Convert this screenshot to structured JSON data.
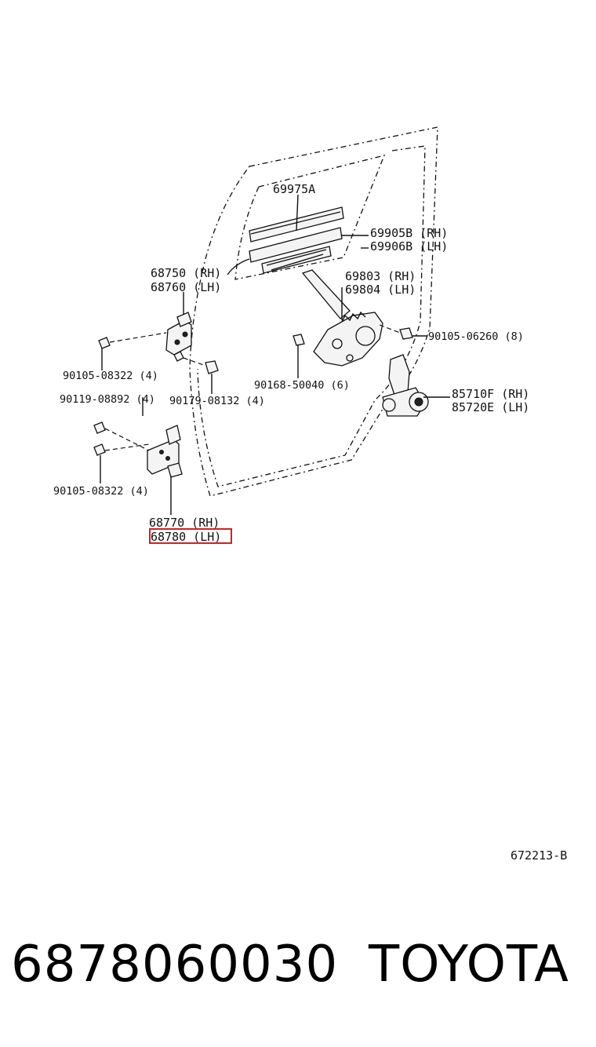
{
  "labels": {
    "glass_run": "69975A",
    "channel_rh": "69905B (RH)",
    "channel_lh": "69906B (LH)",
    "upper_hinge_rh": "68750 (RH)",
    "upper_hinge_lh": "68760 (LH)",
    "regulator_rh": "69803 (RH)",
    "regulator_lh": "69804 (LH)",
    "bolt_06260": "90105-06260 (8)",
    "bolt_08322_top": "90105-08322 (4)",
    "bolt_50040": "90168-50040 (6)",
    "motor_rh": "85710F (RH)",
    "motor_lh": "85720E (LH)",
    "bolt_08892": "90119-08892 (4)",
    "nut_08132": "90179-08132 (4)",
    "bolt_08322_bottom": "90105-08322 (4)",
    "lower_hinge_rh": "68770 (RH)",
    "lower_hinge_lh": "68780 (LH)"
  },
  "highlight_color": "#d42020",
  "ref_code": "672213-B",
  "part_number": "6878060030",
  "brand": "TOYOTA"
}
